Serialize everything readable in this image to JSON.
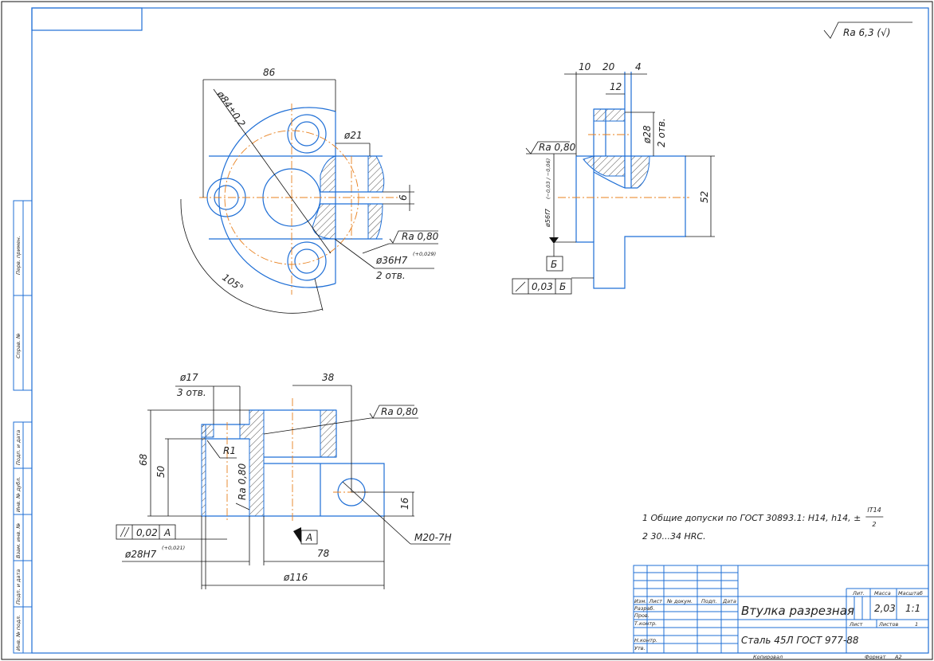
{
  "roughness": {
    "general": "Ra 6,3 (√)",
    "ra080": "Ra 0,80"
  },
  "top_view": {
    "dim_86": "86",
    "dim_d84": "ø84±0,2",
    "dim_d21": "ø21",
    "dim_6": "6",
    "dim_d36": "ø36H7",
    "dim_d36_tol": "(+0,029)",
    "holes_2": "2 отв.",
    "angle": "105°"
  },
  "side_view": {
    "dim_10": "10",
    "dim_20": "20",
    "dim_4": "4",
    "dim_12": "12",
    "dim_d28": "ø28",
    "holes_2": "2 отв.",
    "dim_d56": "ø56f7",
    "dim_d56_tol": "(−0,03 / −0,06)",
    "dim_52": "52",
    "datum": "Б",
    "runout_value": "0,03",
    "runout_datum": "Б"
  },
  "front_view": {
    "dim_d17": "ø17",
    "holes_3": "3 отв.",
    "dim_38": "38",
    "dim_68": "68",
    "dim_50": "50",
    "r1": "R1",
    "ra_vertical": "Ra 0,80",
    "parallel_value": "0,02",
    "parallel_datum": "А",
    "datum": "А",
    "dim_d28": "ø28H7",
    "dim_d28_tol": "(+0,021)",
    "dim_78": "78",
    "dim_d116": "ø116",
    "dim_16": "16",
    "thread": "M20-7H"
  },
  "notes": {
    "line1": "1 Общие допуски по ГОСТ 30893.1: H14, h14, ±",
    "frac_num": "IT14",
    "frac_den": "2",
    "line2": "2 30...34 HRC."
  },
  "side_strip": [
    "Перв. примен.",
    "Справ. №",
    "Подп. и дата",
    "Инв. № дубл.",
    "Взам. инв. №",
    "Подп. и дата",
    "Инв. № подл."
  ],
  "title_block": {
    "headers": [
      "Изм.",
      "Лист",
      "№ докум.",
      "Подп.",
      "Дата"
    ],
    "roles": [
      "Разраб.",
      "Пров.",
      "Т.контр.",
      "Н.контр.",
      "Утв."
    ],
    "title": "Втулка разрезная",
    "material": "Сталь 45Л ГОСТ 977-88",
    "lit_label": "Лит.",
    "mass_label": "Масса",
    "scale_label": "Масштаб",
    "mass": "2,03",
    "scale": "1:1",
    "sheet_label": "Лист",
    "sheets_label": "Листов",
    "sheets": "1",
    "copied": "Копировал",
    "format_label": "Формат",
    "format": "A2"
  }
}
